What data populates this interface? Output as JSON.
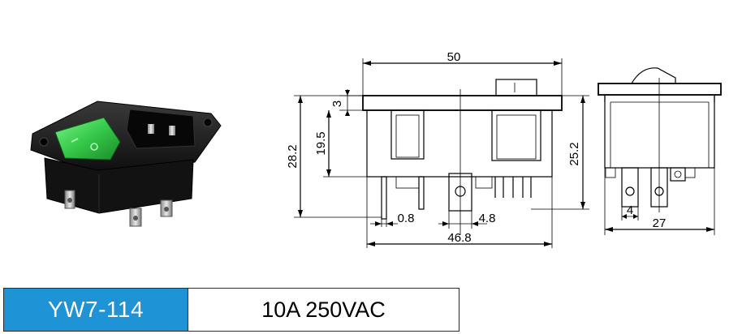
{
  "product": {
    "model": "YW7-114",
    "rating": "10A 250VAC"
  },
  "dimensions": {
    "front_width": "50",
    "flange_thickness": "3",
    "body_height_inner": "19.5",
    "overall_height": "28.2",
    "right_height": "25.2",
    "terminal_offset": "0.8",
    "terminal_width": "4.8",
    "body_width": "46.8",
    "side_terminal": "4",
    "side_depth": "27"
  },
  "colors": {
    "model_background": "#1e93d6",
    "switch_green": "#35c94a",
    "housing_black": "#1a1a1a"
  }
}
